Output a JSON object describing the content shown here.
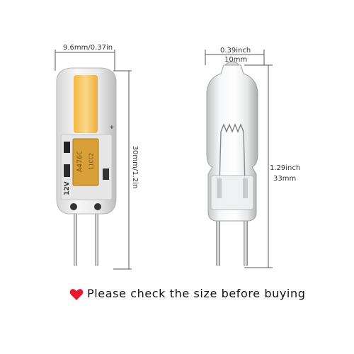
{
  "led_bulb": {
    "width_label": "9.6mm/0.37in",
    "height_label": "30mm/1.2in",
    "chip_text_1": "A476C",
    "chip_text_2": "11CC2",
    "board_marking": "12V",
    "polarity_mark": "+"
  },
  "halogen_bulb": {
    "width_inch": "0.39inch",
    "width_mm": "10mm",
    "height_inch": "1.29inch",
    "height_mm": "33mm"
  },
  "caption": {
    "text": "Please check the size before buying"
  },
  "colors": {
    "heart": "#e8192c",
    "cob_chip": "#f6c15a",
    "tantalum_cap": "#d9a03a",
    "dimension_line": "#555555"
  },
  "icons": {
    "caption_icon": "heart-icon"
  }
}
